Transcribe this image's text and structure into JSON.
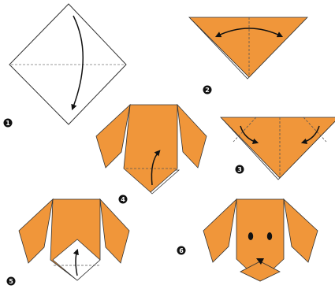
{
  "diagram": {
    "colors": {
      "paper": "#f0963a",
      "paper_dark": "#e07f22",
      "paper_back": "#ffffff",
      "edge": "#333333",
      "fold_line": "#555555",
      "badge": "#111111"
    },
    "steps": [
      {
        "label": "1",
        "icon": "square-paper-diagonal-fold"
      },
      {
        "label": "2",
        "icon": "triangle-crease-arrow"
      },
      {
        "label": "3",
        "icon": "triangle-fold-corners-down"
      },
      {
        "label": "4",
        "icon": "fold-tip-up"
      },
      {
        "label": "5",
        "icon": "fold-tip-up-face"
      },
      {
        "label": "6",
        "icon": "finished-dog-face"
      }
    ]
  }
}
